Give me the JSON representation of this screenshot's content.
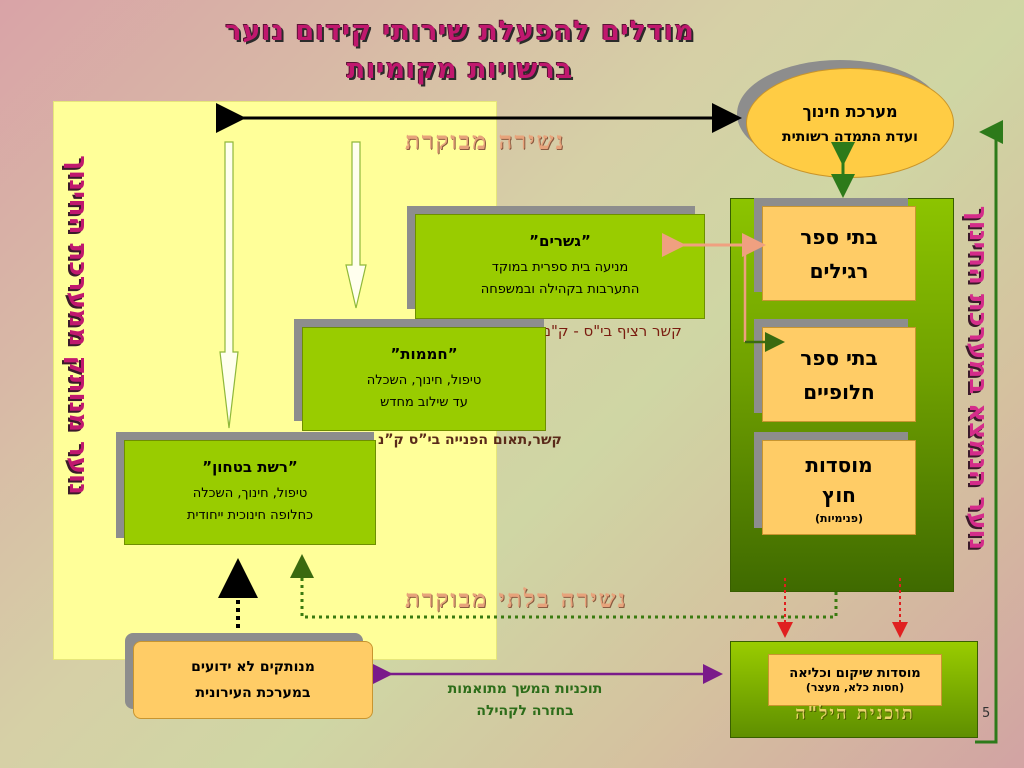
{
  "title": {
    "line1": "מודלים להפעלת שירותי קידום נוער",
    "line2": "ברשויות מקומיות"
  },
  "left_vertical_label": "נוער מנותק ממערכת החינוך",
  "right_vertical_label": "נוער הנמצא במערכת החינוך",
  "sections": {
    "controlled": "נשירה מבוקרת",
    "uncontrolled": "נשירה בלתי מבוקרת"
  },
  "top_ellipse": {
    "line1": "מערכת חינוך",
    "line2": "ועדת התמדה רשותית"
  },
  "models": [
    {
      "title": "”גשרים”",
      "line1": "מניעה בית ספרית במוקד",
      "line2": "התערבות בקהילה ובמשפחה"
    },
    {
      "title": "”חממות”",
      "line1": "טיפול, חינוך, השכלה",
      "line2": "עד שילוב מחדש"
    },
    {
      "title": "”רשת בטחון”",
      "line1": "טיפול, חינוך, השכלה",
      "line2": "כחלופה חינוכית ייחודית"
    }
  ],
  "links": {
    "continuous": "קשר רציף בי\"ס - ק\"נ",
    "referral": "קשר,תאום הפנייה בי”ס ק”נ"
  },
  "schools": [
    {
      "line1": "בתי ספר",
      "line2": "רגילים"
    },
    {
      "line1": "בתי ספר",
      "line2": "חלופיים"
    },
    {
      "line1": "מוסדות",
      "line2": "חוץ",
      "note": "(פנימיות)"
    }
  ],
  "bottom_left": {
    "line1": "מנותקים לא ידועים",
    "line2": "במערכת העירונית"
  },
  "center_programs": {
    "line1": "תוכניות המשך מתואמות",
    "line2": "בחזרה לקהילה"
  },
  "bottom_right": {
    "main": "מוסדות שיקום וכליאה",
    "note": "(חסות כלא, מעצר)",
    "program": "תוכנית היל\"ה"
  },
  "page_number": "5",
  "colors": {
    "title": "#c0186e",
    "panel_yellow": "#ffff99",
    "model_green": "#99cc00",
    "box_orange": "#ffcc66",
    "column_green": "#6fa000",
    "section_text": "#e7a37b"
  }
}
